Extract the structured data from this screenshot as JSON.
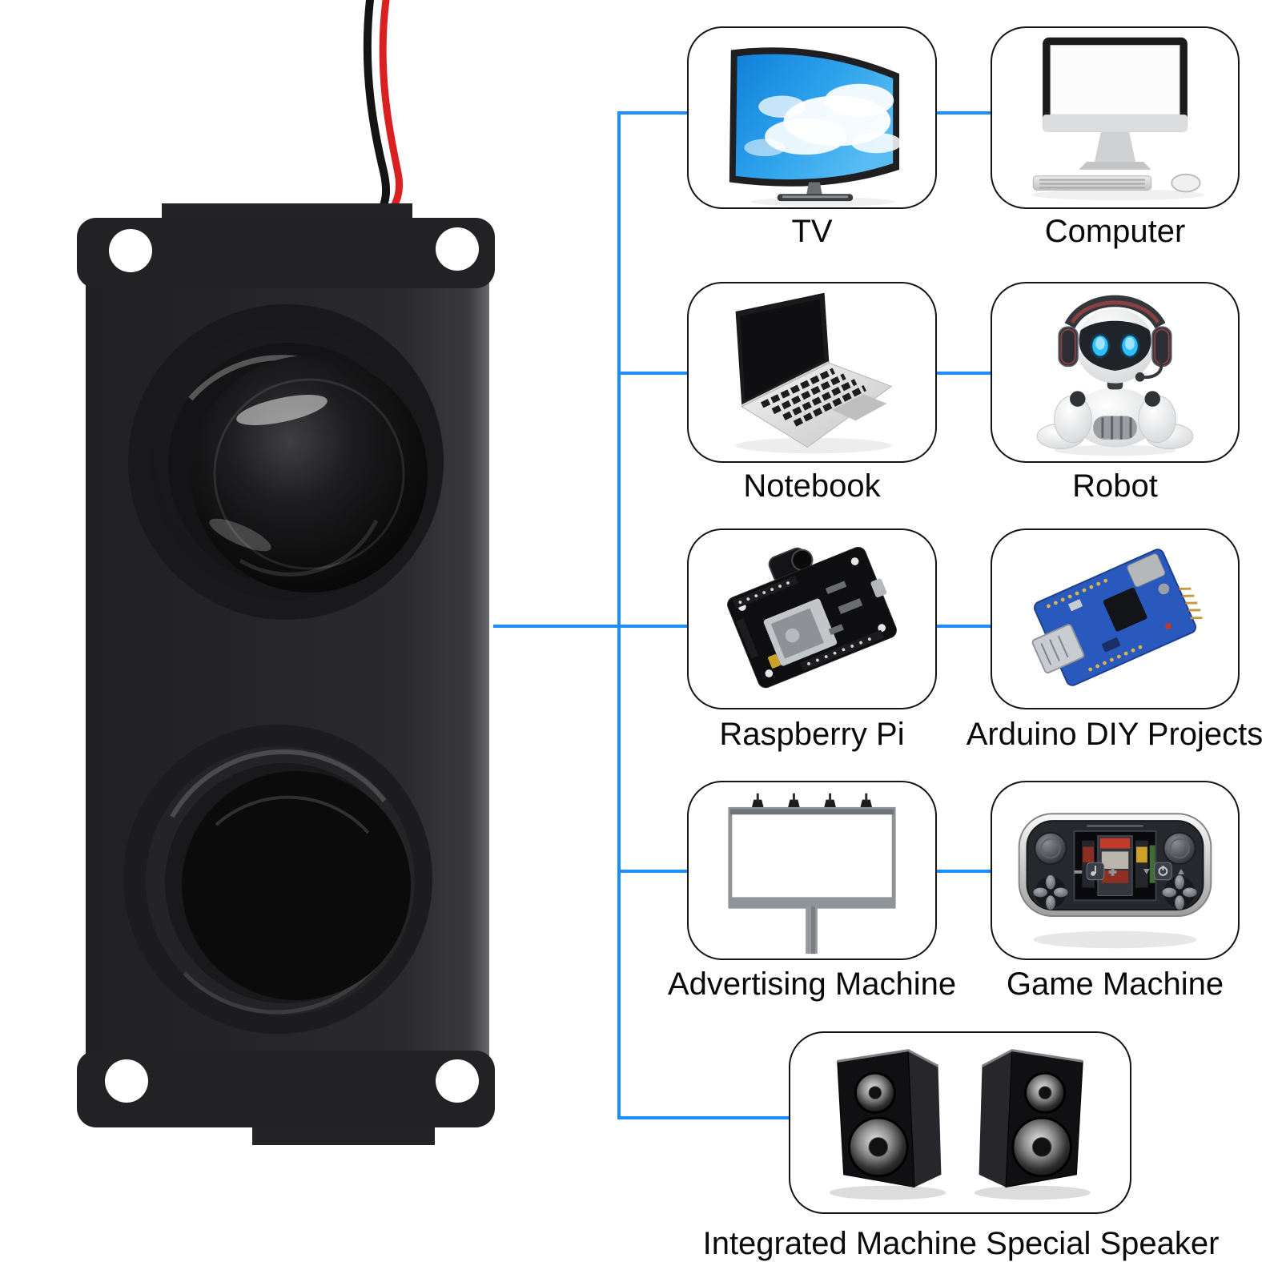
{
  "diagram": {
    "accent_color": "#1e8eff",
    "nodes": [
      {
        "id": "tv",
        "label": "TV",
        "icon": "tv-icon"
      },
      {
        "id": "computer",
        "label": "Computer",
        "icon": "computer-icon"
      },
      {
        "id": "notebook",
        "label": "Notebook",
        "icon": "notebook-icon"
      },
      {
        "id": "robot",
        "label": "Robot",
        "icon": "robot-icon"
      },
      {
        "id": "raspberry_pi",
        "label": "Raspberry Pi",
        "icon": "raspberry-pi-board-icon"
      },
      {
        "id": "arduino",
        "label": "Arduino DIY Projects",
        "icon": "arduino-board-icon"
      },
      {
        "id": "advertising_machine",
        "label": "Advertising Machine",
        "icon": "billboard-icon"
      },
      {
        "id": "game_machine",
        "label": "Game Machine",
        "icon": "game-console-icon"
      },
      {
        "id": "integrated_speaker",
        "label": "Integrated Machine Special Speaker",
        "icon": "stereo-speakers-icon"
      }
    ],
    "product": {
      "name": "cavity-speaker-with-wire",
      "wire_colors": {
        "positive": "#d92121",
        "negative": "#141414"
      }
    }
  }
}
